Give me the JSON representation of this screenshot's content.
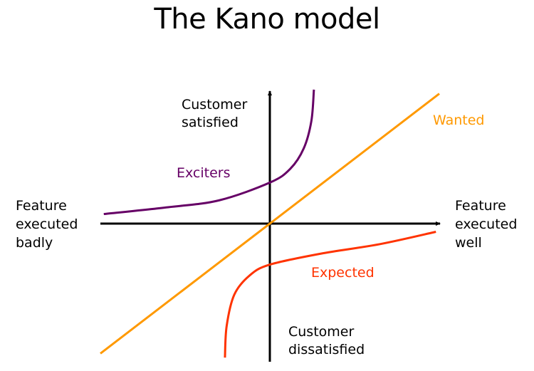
{
  "title": "The Kano model",
  "chart_data": {
    "type": "line",
    "title": "The Kano model",
    "xlim": [
      -1,
      1
    ],
    "ylim": [
      -1,
      1
    ],
    "grid": false,
    "legend": "none",
    "axes": {
      "x_negative_label": [
        "Feature",
        "executed",
        "badly"
      ],
      "x_positive_label": [
        "Feature",
        "executed",
        "well"
      ],
      "y_positive_label": [
        "Customer",
        "satisfied"
      ],
      "y_negative_label": [
        "Customer",
        "dissatisfied"
      ]
    },
    "series": [
      {
        "name": "Wanted",
        "color": "#ff9900",
        "points": [
          [
            -1.0,
            -0.95
          ],
          [
            1.0,
            0.95
          ]
        ]
      },
      {
        "name": "Exciters",
        "color": "#660066",
        "points": [
          [
            -0.98,
            0.07
          ],
          [
            -0.6,
            0.12
          ],
          [
            -0.3,
            0.17
          ],
          [
            0.0,
            0.3
          ],
          [
            0.12,
            0.4
          ],
          [
            0.2,
            0.55
          ],
          [
            0.245,
            0.75
          ],
          [
            0.26,
            0.98
          ]
        ]
      },
      {
        "name": "Expected",
        "color": "#ff3300",
        "points": [
          [
            -0.265,
            -0.98
          ],
          [
            -0.255,
            -0.75
          ],
          [
            -0.21,
            -0.52
          ],
          [
            -0.12,
            -0.38
          ],
          [
            0.0,
            -0.3
          ],
          [
            0.3,
            -0.22
          ],
          [
            0.65,
            -0.15
          ],
          [
            0.98,
            -0.06
          ]
        ]
      }
    ],
    "annotations": [
      {
        "text": "Wanted",
        "series": "Wanted"
      },
      {
        "text": "Exciters",
        "series": "Exciters"
      },
      {
        "text": "Expected",
        "series": "Expected"
      }
    ]
  }
}
